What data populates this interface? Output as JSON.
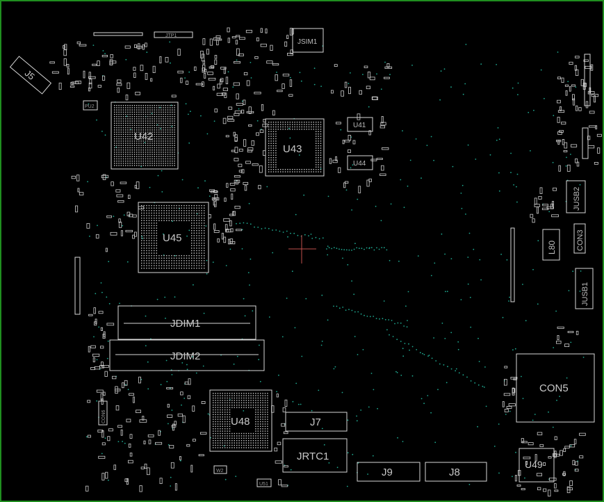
{
  "board": {
    "border_color": "#1f8f1f",
    "background": "#000000",
    "silkscreen_color": "#d8d8d8",
    "via_color": "#1fa890",
    "crosshair_color": "#c0504d"
  },
  "labels": {
    "J5": "J5",
    "JSIM1": "JSIM1",
    "U42": "U42",
    "U43": "U43",
    "U41": "U41",
    "U44": "U44",
    "U45": "U45",
    "JDIM1": "JDIM1",
    "JDIM2": "JDIM2",
    "U48": "U48",
    "J7": "J7",
    "JRTC1": "JRTC1",
    "J9": "J9",
    "J8": "J8",
    "CON5": "CON5",
    "U49": "U49",
    "L80": "L80",
    "JUSB2": "JUSB2",
    "JUSB1": "JUSB1",
    "CON3": "CON3",
    "CON6": "CON6",
    "PU2": "PU2",
    "W2": "W2",
    "JTP1": "JTP1",
    "U51": "U51"
  }
}
